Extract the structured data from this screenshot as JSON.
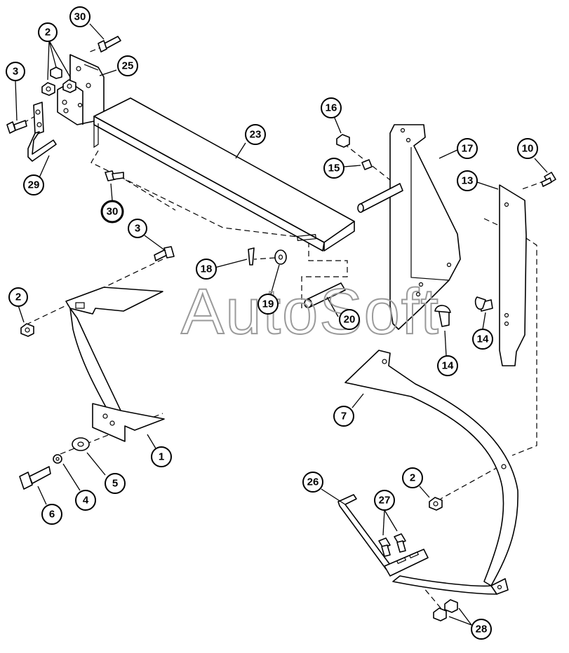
{
  "watermark": "AutoSoft",
  "callouts": [
    {
      "id": "c30a",
      "label": "30"
    },
    {
      "id": "c2a",
      "label": "2"
    },
    {
      "id": "c25",
      "label": "25"
    },
    {
      "id": "c3a",
      "label": "3"
    },
    {
      "id": "c29",
      "label": "29"
    },
    {
      "id": "c23",
      "label": "23"
    },
    {
      "id": "c30b",
      "label": "30"
    },
    {
      "id": "c3b",
      "label": "3"
    },
    {
      "id": "c2b",
      "label": "2"
    },
    {
      "id": "c18",
      "label": "18"
    },
    {
      "id": "c19",
      "label": "19"
    },
    {
      "id": "c20",
      "label": "20"
    },
    {
      "id": "c16",
      "label": "16"
    },
    {
      "id": "c15",
      "label": "15"
    },
    {
      "id": "c17",
      "label": "17"
    },
    {
      "id": "c10",
      "label": "10"
    },
    {
      "id": "c13",
      "label": "13"
    },
    {
      "id": "c14a",
      "label": "14"
    },
    {
      "id": "c14b",
      "label": "14"
    },
    {
      "id": "c7",
      "label": "7"
    },
    {
      "id": "c1",
      "label": "1"
    },
    {
      "id": "c5",
      "label": "5"
    },
    {
      "id": "c4",
      "label": "4"
    },
    {
      "id": "c6",
      "label": "6"
    },
    {
      "id": "c26",
      "label": "26"
    },
    {
      "id": "c27",
      "label": "27"
    },
    {
      "id": "c2c",
      "label": "2"
    },
    {
      "id": "c28",
      "label": "28"
    }
  ]
}
